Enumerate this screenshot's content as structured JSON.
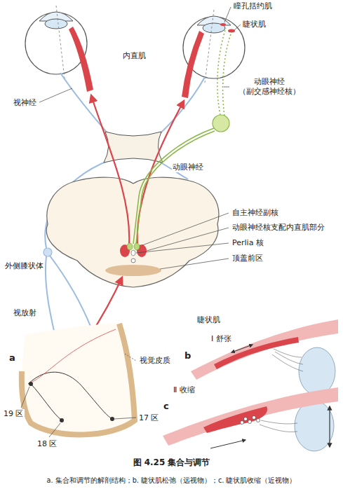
{
  "diagram": {
    "title": "图 4.25 集合与调节",
    "caption": "a. 集合和调节的解剖结构；b. 睫状肌松弛（远视物）；c. 睫状肌收缩（近视物）",
    "labels": [
      "瞳孔括约肌",
      "睫状肌",
      "内直肌",
      "视神经",
      "动眼神经 （副交感神经核）",
      "动眼神经",
      "自主神经副核",
      "动眼神经核支配内直肌部分",
      "Perlia 核",
      "顶盖前区",
      "外侧膝状体",
      "视放射",
      "a",
      "视觉皮质",
      "19 区",
      "18 区",
      "17 区",
      "睫状肌",
      "Ⅰ 舒张",
      "b",
      "Ⅱ 收缩",
      "c"
    ]
  }
}
